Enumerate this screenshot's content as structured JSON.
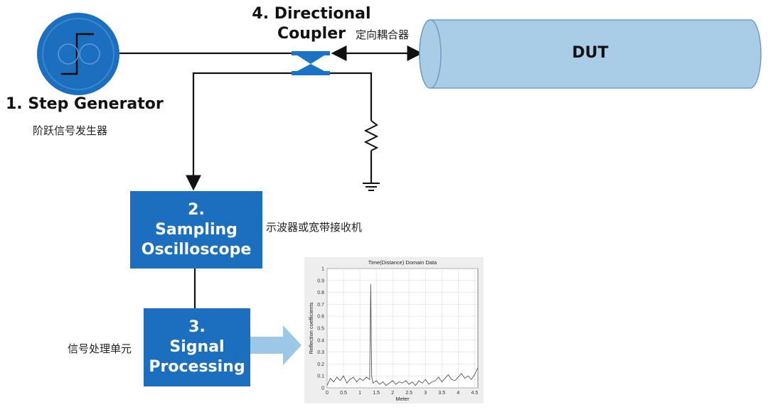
{
  "step_generator": {
    "title": "1. Step Generator",
    "subtitle": "阶跃信号发生器",
    "icon": "step-generator-icon"
  },
  "directional_coupler": {
    "title_line1": "4. Directional",
    "title_line2": "Coupler",
    "subtitle": "定向耦合器",
    "icon": "directional-coupler-icon"
  },
  "dut": {
    "label": "DUT"
  },
  "sampling_oscilloscope": {
    "number": "2.",
    "line1": "Sampling",
    "line2": "Oscilloscope",
    "subtitle": "示波器或宽带接收机"
  },
  "signal_processing": {
    "number": "3.",
    "line1": "Signal",
    "line2": "Processing",
    "subtitle": "信号处理单元"
  },
  "colors": {
    "blue_box": "#1c6fbf",
    "dut_fill": "#a9cde6",
    "coupler": "#1a73c4",
    "arrow_light": "#9cc8e6"
  },
  "chart_data": {
    "type": "line",
    "title": "Time(Distance) Domain Data",
    "xlabel": "Meter",
    "ylabel": "Reflection coefficients",
    "xlim": [
      0,
      4.6
    ],
    "ylim": [
      0,
      1
    ],
    "xticks": [
      "0",
      "0.5",
      "1",
      "1.5",
      "2",
      "2.5",
      "3",
      "3.5",
      "4",
      "4.5"
    ],
    "yticks": [
      "0",
      "0.1",
      "0.2",
      "0.3",
      "0.4",
      "0.5",
      "0.6",
      "0.7",
      "0.8",
      "0.9",
      "1"
    ],
    "grid": true,
    "x": [
      0.0,
      0.1,
      0.2,
      0.3,
      0.4,
      0.5,
      0.6,
      0.7,
      0.8,
      0.9,
      1.0,
      1.1,
      1.2,
      1.3,
      1.33,
      1.36,
      1.4,
      1.5,
      1.6,
      1.7,
      1.8,
      1.9,
      2.0,
      2.1,
      2.2,
      2.3,
      2.4,
      2.5,
      2.6,
      2.7,
      2.8,
      2.9,
      3.0,
      3.1,
      3.2,
      3.3,
      3.4,
      3.5,
      3.6,
      3.7,
      3.8,
      3.9,
      4.0,
      4.1,
      4.2,
      4.3,
      4.4,
      4.5,
      4.6
    ],
    "y": [
      0.02,
      0.08,
      0.05,
      0.09,
      0.06,
      0.1,
      0.04,
      0.07,
      0.09,
      0.05,
      0.08,
      0.06,
      0.09,
      0.07,
      0.87,
      0.1,
      0.04,
      0.06,
      0.03,
      0.05,
      0.02,
      0.04,
      0.06,
      0.03,
      0.05,
      0.04,
      0.06,
      0.03,
      0.05,
      0.02,
      0.06,
      0.04,
      0.07,
      0.03,
      0.05,
      0.06,
      0.09,
      0.05,
      0.08,
      0.11,
      0.07,
      0.06,
      0.09,
      0.12,
      0.08,
      0.1,
      0.07,
      0.11,
      0.17
    ]
  }
}
